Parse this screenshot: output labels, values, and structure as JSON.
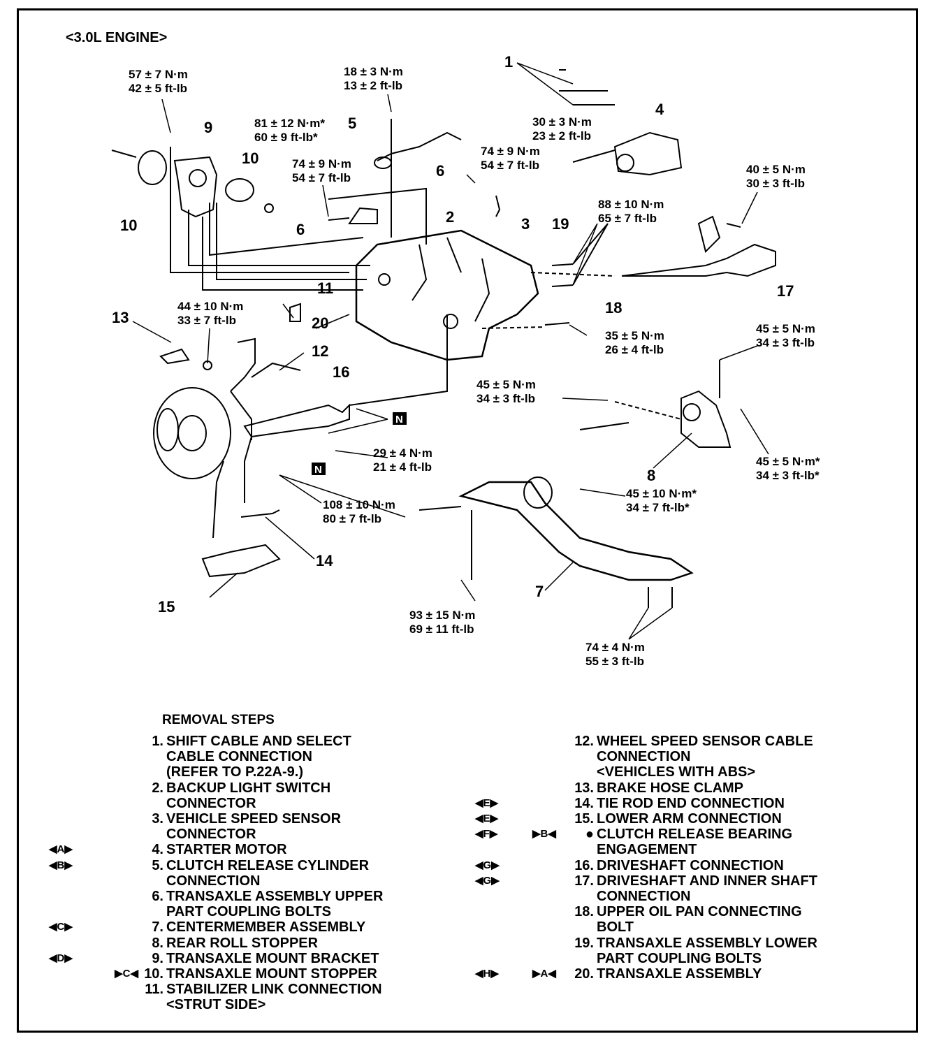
{
  "diagram": {
    "title": "<3.0L ENGINE>",
    "torque_labels": [
      {
        "id": "t1",
        "nm": "57 ± 7 N·m",
        "ftlb": "42 ± 5 ft-lb"
      },
      {
        "id": "t2",
        "nm": "18 ± 3 N·m",
        "ftlb": "13 ± 2 ft-lb"
      },
      {
        "id": "t3",
        "nm": "81 ± 12 N·m*",
        "ftlb": "60 ± 9 ft-lb*"
      },
      {
        "id": "t4",
        "nm": "74 ± 9 N·m",
        "ftlb": "54 ± 7 ft-lb"
      },
      {
        "id": "t5",
        "nm": "74 ± 9 N·m",
        "ftlb": "54 ± 7 ft-lb"
      },
      {
        "id": "t6",
        "nm": "30 ± 3 N·m",
        "ftlb": "23 ± 2 ft-lb"
      },
      {
        "id": "t7",
        "nm": "40 ± 5 N·m",
        "ftlb": "30 ± 3 ft-lb"
      },
      {
        "id": "t8",
        "nm": "88 ± 10 N·m",
        "ftlb": "65 ± 7 ft-lb"
      },
      {
        "id": "t9",
        "nm": "44 ± 10 N·m",
        "ftlb": "33 ± 7 ft-lb"
      },
      {
        "id": "t10",
        "nm": "35 ± 5 N·m",
        "ftlb": "26 ± 4 ft-lb"
      },
      {
        "id": "t11",
        "nm": "45 ± 5 N·m",
        "ftlb": "34 ± 3 ft-lb"
      },
      {
        "id": "t12",
        "nm": "45 ± 5 N·m",
        "ftlb": "34 ± 3 ft-lb"
      },
      {
        "id": "t13",
        "nm": "29 ± 4 N·m",
        "ftlb": "21 ± 4 ft-lb"
      },
      {
        "id": "t14",
        "nm": "45 ± 5 N·m*",
        "ftlb": "34 ± 3 ft-lb*"
      },
      {
        "id": "t15",
        "nm": "45 ± 10 N·m*",
        "ftlb": "34 ± 7 ft-lb*"
      },
      {
        "id": "t16",
        "nm": "108 ± 10 N·m",
        "ftlb": "80 ± 7 ft-lb"
      },
      {
        "id": "t17",
        "nm": "93 ± 15 N·m",
        "ftlb": "69 ± 11 ft-lb"
      },
      {
        "id": "t18",
        "nm": "74 ± 4 N·m",
        "ftlb": "55 ± 3 ft-lb"
      }
    ],
    "callouts": [
      "1",
      "2",
      "3",
      "4",
      "5",
      "6",
      "7",
      "8",
      "9",
      "10",
      "11",
      "12",
      "13",
      "14",
      "15",
      "16",
      "17",
      "18",
      "19",
      "20"
    ],
    "n_mark": "N"
  },
  "removal": {
    "title": "REMOVAL STEPS",
    "left": [
      {
        "mk1": "",
        "mk2": "",
        "num": "1.",
        "text": "SHIFT CABLE AND SELECT\nCABLE CONNECTION\n(REFER TO P.22A-9.)"
      },
      {
        "mk1": "",
        "mk2": "",
        "num": "2.",
        "text": "BACKUP LIGHT SWITCH\nCONNECTOR"
      },
      {
        "mk1": "",
        "mk2": "",
        "num": "3.",
        "text": "VEHICLE SPEED SENSOR\nCONNECTOR"
      },
      {
        "mk1": "◀A▶",
        "mk2": "",
        "num": "4.",
        "text": "STARTER MOTOR"
      },
      {
        "mk1": "◀B▶",
        "mk2": "",
        "num": "5.",
        "text": "CLUTCH RELEASE CYLINDER\nCONNECTION"
      },
      {
        "mk1": "",
        "mk2": "",
        "num": "6.",
        "text": "TRANSAXLE ASSEMBLY UPPER\nPART COUPLING BOLTS"
      },
      {
        "mk1": "◀C▶",
        "mk2": "",
        "num": "7.",
        "text": "CENTERMEMBER ASSEMBLY"
      },
      {
        "mk1": "",
        "mk2": "",
        "num": "8.",
        "text": "REAR ROLL STOPPER"
      },
      {
        "mk1": "◀D▶",
        "mk2": "",
        "num": "9.",
        "text": "TRANSAXLE MOUNT BRACKET"
      },
      {
        "mk1": "",
        "mk2": "▶C◀",
        "num": "10.",
        "text": "TRANSAXLE MOUNT STOPPER"
      },
      {
        "mk1": "",
        "mk2": "",
        "num": "11.",
        "text": "STABILIZER LINK CONNECTION\n<STRUT SIDE>"
      }
    ],
    "right": [
      {
        "mk1": "",
        "mk2": "",
        "num": "12.",
        "text": "WHEEL SPEED SENSOR CABLE\nCONNECTION\n<VEHICLES WITH ABS>"
      },
      {
        "mk1": "",
        "mk2": "",
        "num": "13.",
        "text": "BRAKE HOSE CLAMP"
      },
      {
        "mk1": "◀E▶",
        "mk2": "",
        "num": "14.",
        "text": "TIE ROD END CONNECTION"
      },
      {
        "mk1": "◀E▶",
        "mk2": "",
        "num": "15.",
        "text": "LOWER ARM CONNECTION"
      },
      {
        "mk1": "◀F▶",
        "mk2": "▶B◀",
        "num": "●",
        "text": "CLUTCH RELEASE BEARING\nENGAGEMENT"
      },
      {
        "mk1": "◀G▶",
        "mk2": "",
        "num": "16.",
        "text": "DRIVESHAFT CONNECTION"
      },
      {
        "mk1": "◀G▶",
        "mk2": "",
        "num": "17.",
        "text": "DRIVESHAFT AND INNER SHAFT\nCONNECTION"
      },
      {
        "mk1": "",
        "mk2": "",
        "num": "18.",
        "text": "UPPER OIL PAN CONNECTING\nBOLT"
      },
      {
        "mk1": "",
        "mk2": "",
        "num": "19.",
        "text": "TRANSAXLE ASSEMBLY LOWER\nPART COUPLING BOLTS"
      },
      {
        "mk1": "◀H▶",
        "mk2": "▶A◀",
        "num": "20.",
        "text": "TRANSAXLE ASSEMBLY"
      }
    ]
  }
}
